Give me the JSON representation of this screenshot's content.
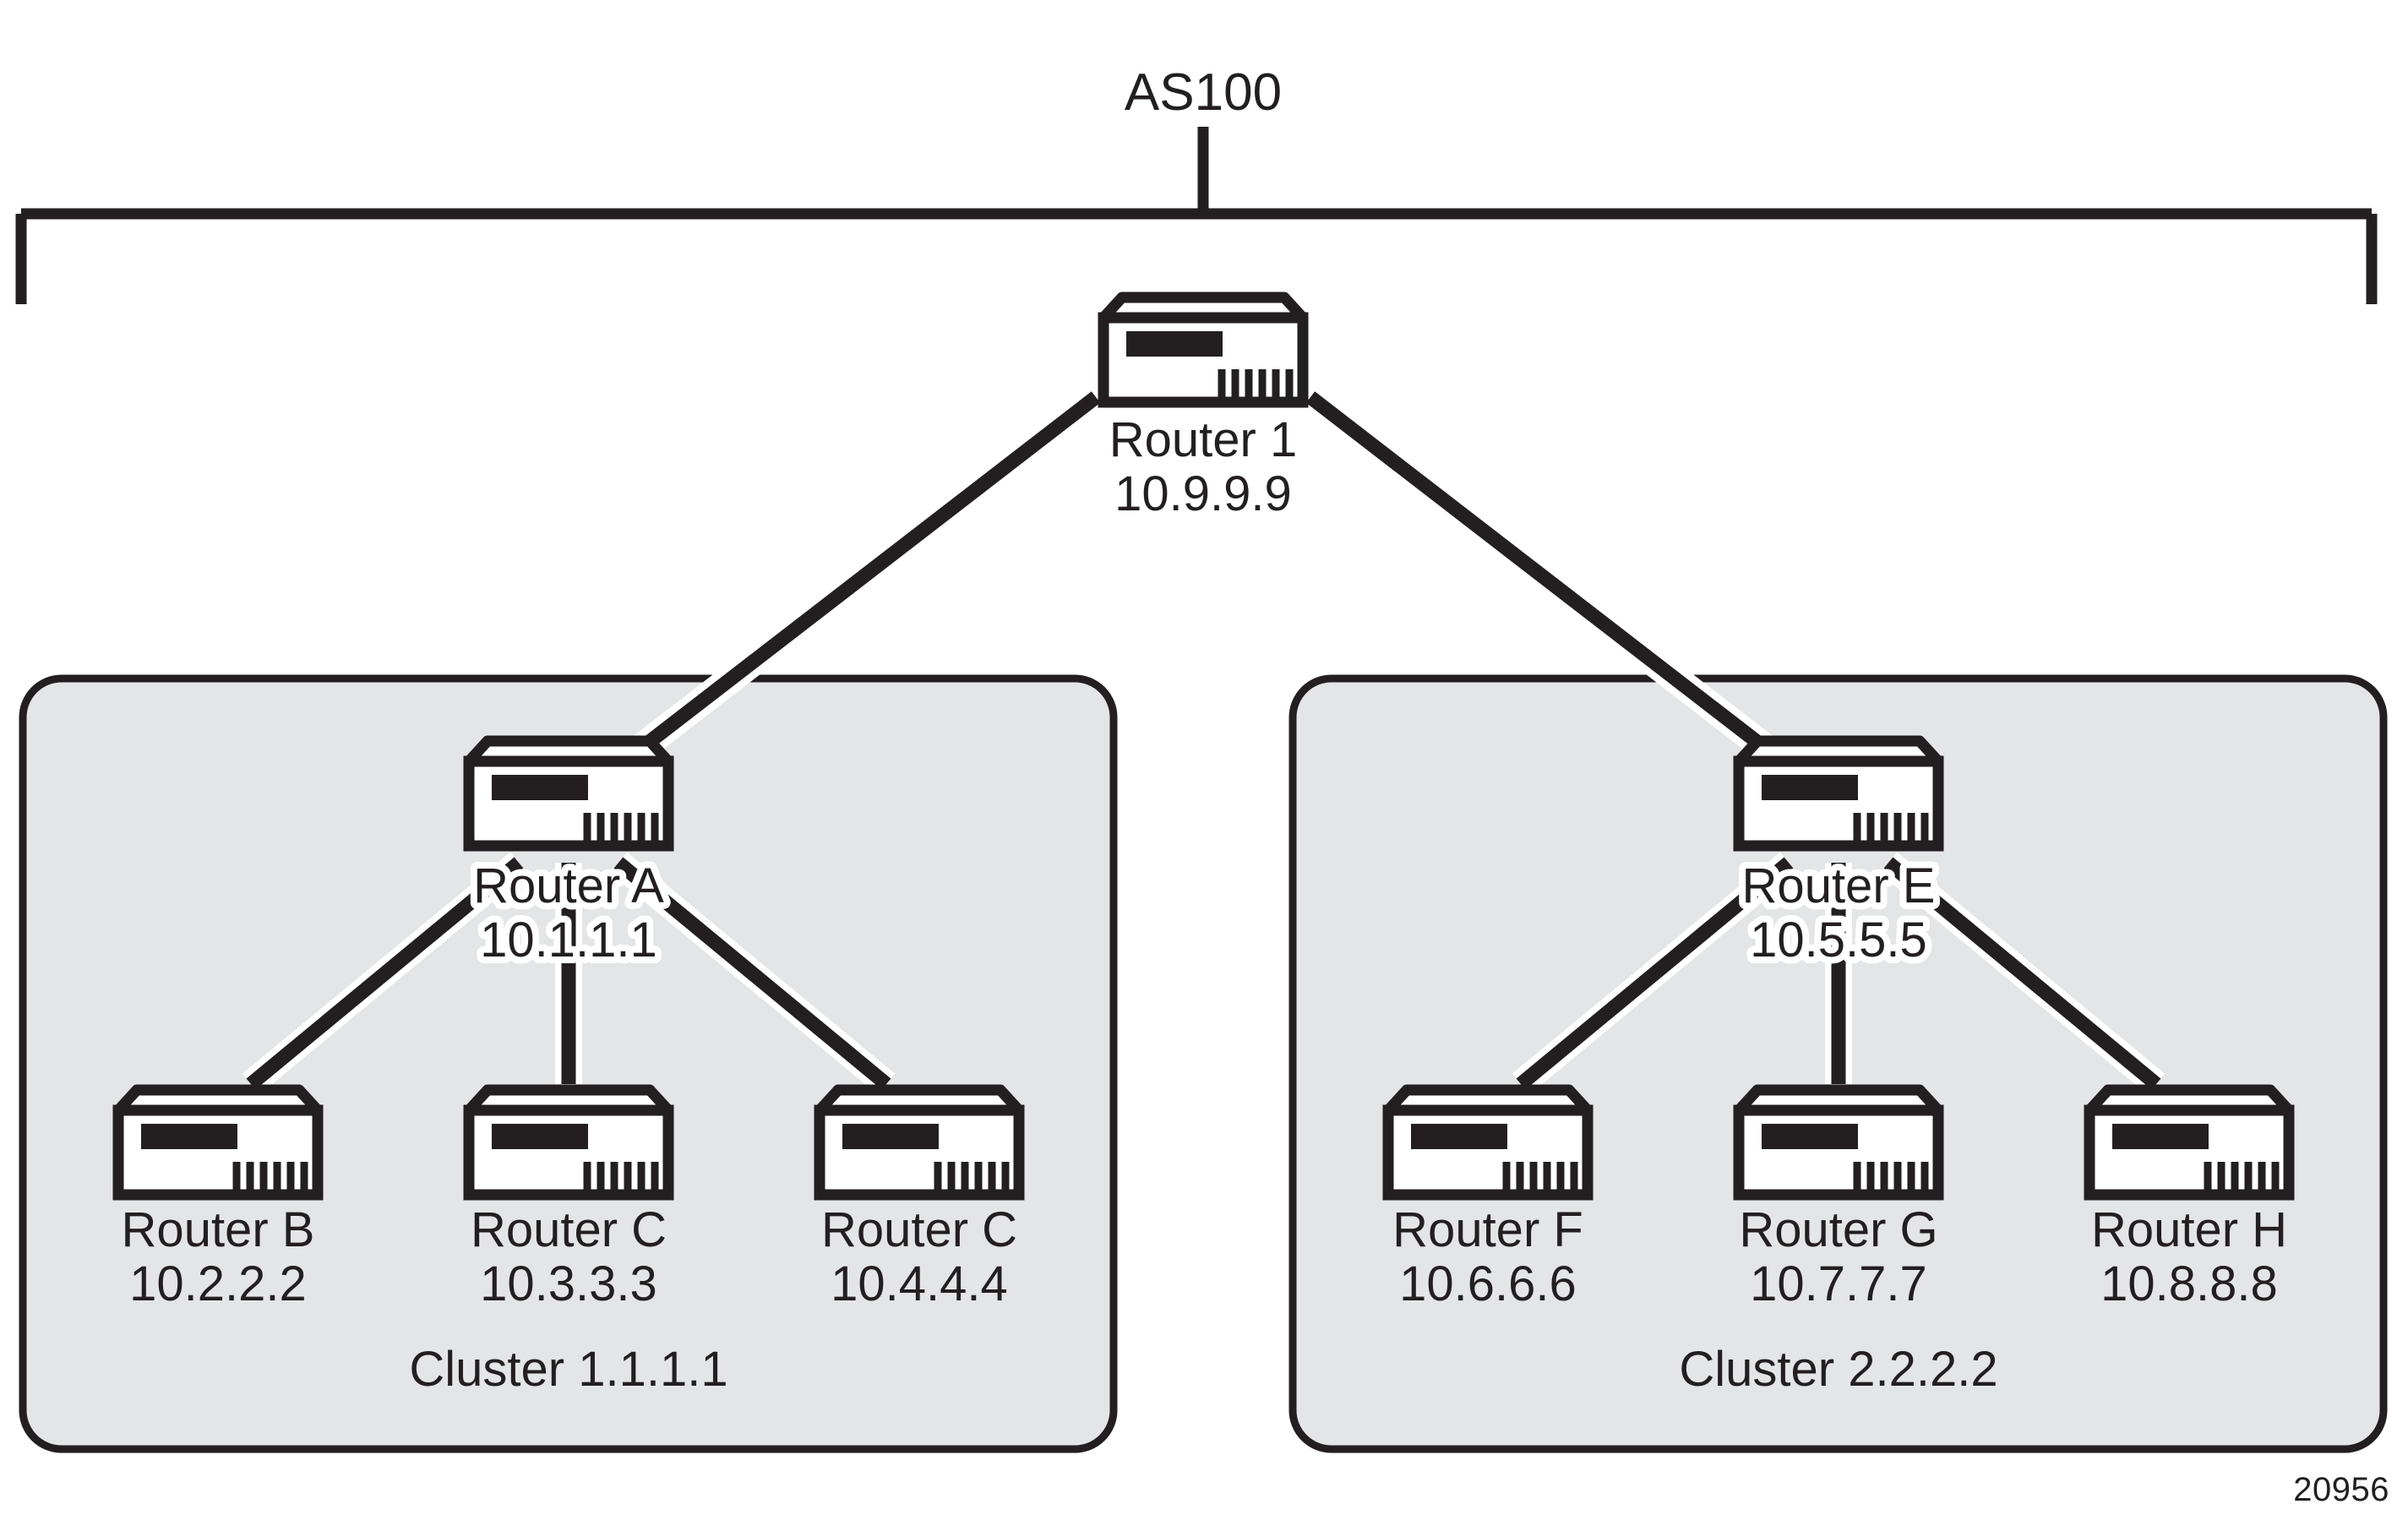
{
  "diagram": {
    "type": "network-topology",
    "figure_number": "20956",
    "as_label": "AS100",
    "colors": {
      "ink": "#231f20",
      "cluster_fill": "#e4e5e6",
      "device_face": "#ffffff",
      "page_background": "#ffffff"
    },
    "top_router": {
      "id": "router-1",
      "name": "Router 1",
      "ip": "10.9.9.9"
    },
    "clusters": [
      {
        "id": "cluster-1",
        "label": "Cluster 1.1.1.1",
        "head": {
          "id": "router-a",
          "name": "Router A",
          "ip": "10.1.1.1"
        },
        "clients": [
          {
            "id": "router-b",
            "name": "Router B",
            "ip": "10.2.2.2"
          },
          {
            "id": "router-c-1",
            "name": "Router C",
            "ip": "10.3.3.3"
          },
          {
            "id": "router-c-2",
            "name": "Router C",
            "ip": "10.4.4.4"
          }
        ]
      },
      {
        "id": "cluster-2",
        "label": "Cluster 2.2.2.2",
        "head": {
          "id": "router-e",
          "name": "Router E",
          "ip": "10.5.5.5"
        },
        "clients": [
          {
            "id": "router-f",
            "name": "Router F",
            "ip": "10.6.6.6"
          },
          {
            "id": "router-g",
            "name": "Router G",
            "ip": "10.7.7.7"
          },
          {
            "id": "router-h",
            "name": "Router H",
            "ip": "10.8.8.8"
          }
        ]
      }
    ],
    "links": [
      {
        "from": "router-1",
        "to": "router-a"
      },
      {
        "from": "router-1",
        "to": "router-e"
      },
      {
        "from": "router-a",
        "to": "router-b"
      },
      {
        "from": "router-a",
        "to": "router-c-1"
      },
      {
        "from": "router-a",
        "to": "router-c-2"
      },
      {
        "from": "router-e",
        "to": "router-f"
      },
      {
        "from": "router-e",
        "to": "router-g"
      },
      {
        "from": "router-e",
        "to": "router-h"
      }
    ]
  }
}
